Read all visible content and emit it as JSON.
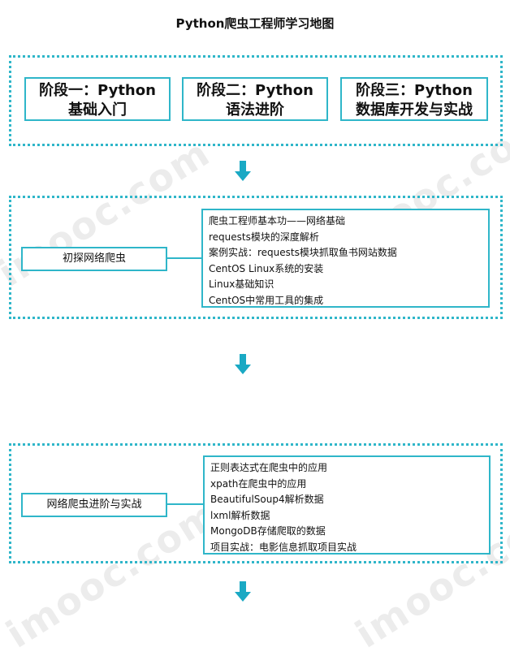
{
  "title": "Python爬虫工程师学习地图",
  "stages": [
    {
      "line1": "阶段一：Python",
      "line2": "基础入门"
    },
    {
      "line1": "阶段二：Python",
      "line2": "语法进阶"
    },
    {
      "line1": "阶段三：Python",
      "line2": "数据库开发与实战"
    }
  ],
  "modules": [
    {
      "label": "初探网络爬虫",
      "items": [
        "爬虫工程师基本功——网络基础",
        "requests模块的深度解析",
        "案例实战：requests模块抓取鱼书网站数据",
        "CentOS Linux系统的安装",
        "Linux基础知识",
        "CentOS中常用工具的集成"
      ]
    },
    {
      "label": "网络爬虫进阶与实战",
      "items": [
        "正则表达式在爬虫中的应用",
        "xpath在爬虫中的应用",
        "BeautifulSoup4解析数据",
        "lxml解析数据",
        "MongoDB存储爬取的数据",
        "项目实战：电影信息抓取项目实战"
      ]
    }
  ],
  "watermark": "imooc.com",
  "colors": {
    "accent": "#2fb6c9",
    "arrow": "#1aa9c4"
  }
}
